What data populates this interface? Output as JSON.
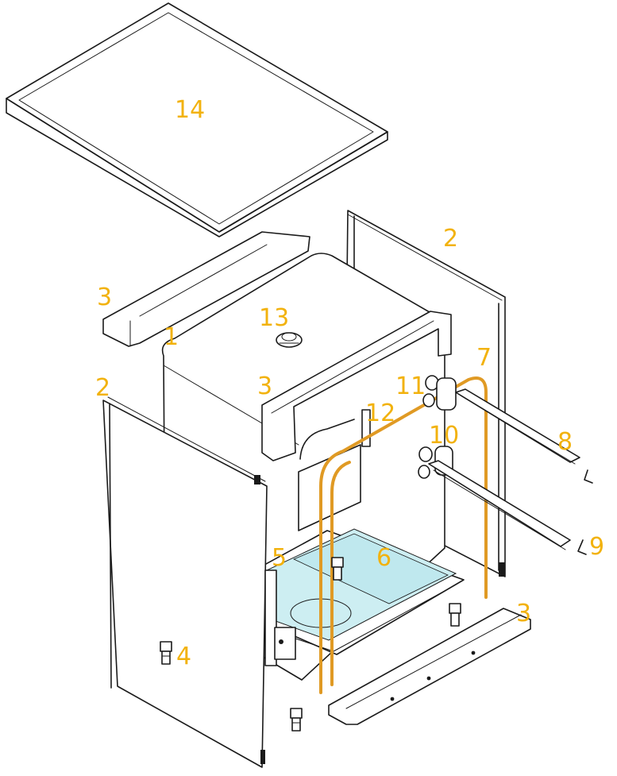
{
  "diagram": {
    "callouts": [
      "14",
      "2",
      "3",
      "13",
      "1",
      "2",
      "3",
      "7",
      "11",
      "12",
      "10",
      "8",
      "5",
      "6",
      "9",
      "3",
      "4"
    ],
    "callout_color": "#f2b20e",
    "gasket_color": "#e09a24",
    "tray_color": "#cdeef2",
    "line_color": "#1a1a1a"
  }
}
